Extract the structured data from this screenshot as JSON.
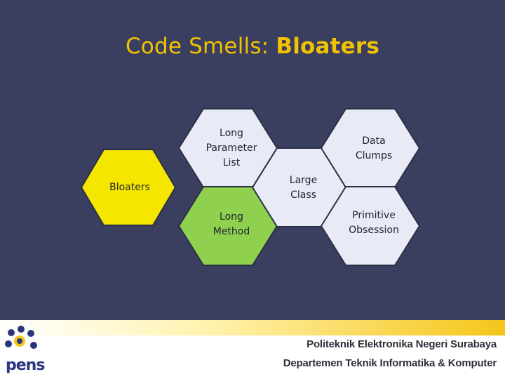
{
  "title": {
    "prefix": "Code Smells: ",
    "emphasis": "Bloaters"
  },
  "hexagons": {
    "bloaters": "Bloaters",
    "long_parameter_list": "Long Parameter List",
    "long_method": "Long Method",
    "large_class": "Large Class",
    "data_clumps": "Data Clumps",
    "primitive_obsession": "Primitive Obsession"
  },
  "footer": {
    "line1": "Politeknik Elektronika Negeri Surabaya",
    "line2": "Departemen Teknik Informatika & Komputer",
    "logo_text": "pens"
  },
  "colors": {
    "background": "#3a3f5f",
    "title": "#f2c200",
    "hex_yellow": "#f5e600",
    "hex_green": "#8fd14f",
    "hex_default": "#e8ebf5"
  }
}
